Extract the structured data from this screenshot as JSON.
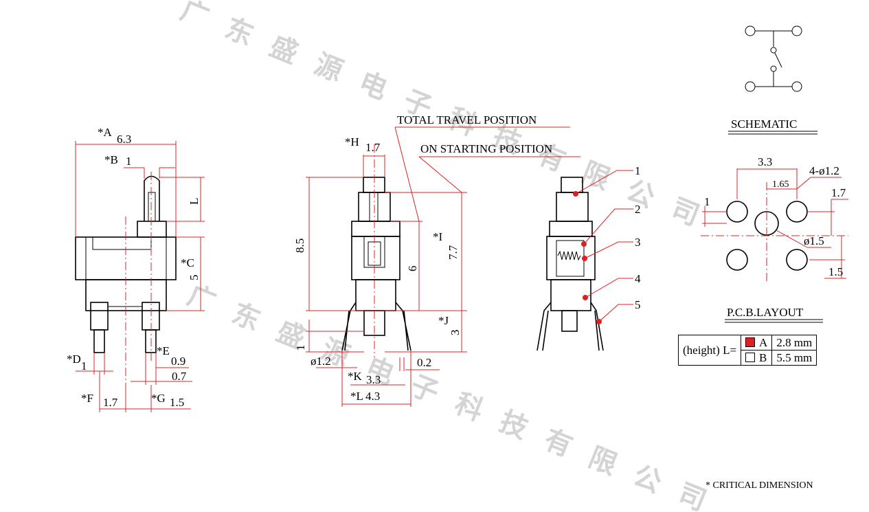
{
  "watermark": "广东盛源电子科技有限公司",
  "labels": {
    "A": "*A",
    "A_val": "6.3",
    "B": "*B",
    "B_val": "1",
    "L_side": "L",
    "C": "*C",
    "C_val": "5",
    "D": "*D",
    "D_val": "1",
    "E": "*E",
    "E_val": "0.9",
    "E2_val": "0.7",
    "F": "*F",
    "F_val": "1.7",
    "G": "*G",
    "G_val": "1.5",
    "H": "*H",
    "H_val": "1.7",
    "dim_85": "8.5",
    "dim_6": "6",
    "I": "*I",
    "I_val": "7.7",
    "J": "*J",
    "J_val": "3",
    "dim_1_left": "1",
    "dia_12": "ø1.2",
    "dim_02": "0.2",
    "K": "*K",
    "K_val": "3.3",
    "Lb": "*L",
    "Lb_val": "4.3",
    "total_travel": "TOTAL TRAVEL POSITION",
    "on_starting": "ON STARTING POSITION",
    "parts": [
      "1",
      "2",
      "3",
      "4",
      "5"
    ],
    "schematic": "SCHEMATIC",
    "pcb": {
      "d33": "3.3",
      "holes": "4-ø1.2",
      "d165": "1.65",
      "d17": "1.7",
      "d1": "1",
      "dia15": "ø1.5",
      "d15": "1.5"
    },
    "pcb_layout": "P.C.B.LAYOUT",
    "critical": "* CRITICAL  DIMENSION"
  },
  "height_table": {
    "label": "(height)  L=",
    "rows": [
      {
        "code": "A",
        "value": "2.8 mm",
        "color": "#e02020"
      },
      {
        "code": "B",
        "value": "5.5 mm",
        "color": "#ffffff"
      }
    ]
  }
}
